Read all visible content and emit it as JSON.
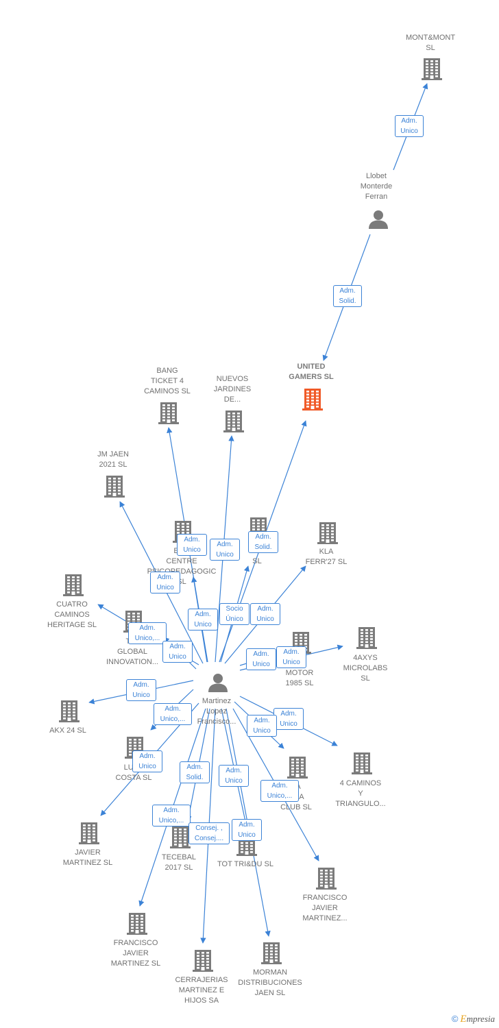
{
  "colors": {
    "edge": "#3b82d6",
    "company": "#7b7b7b",
    "person": "#7b7b7b",
    "highlight": "#f05a28",
    "label": "#707070"
  },
  "nodes": [
    {
      "id": "montmont",
      "type": "company",
      "label": "MONT&MONT\nSL"
    },
    {
      "id": "llobet",
      "type": "person",
      "label": "Llobet\nMonterde\nFerran"
    },
    {
      "id": "united",
      "type": "company",
      "highlight": true,
      "label": "UNITED\nGAMERS  SL"
    },
    {
      "id": "bang",
      "type": "company",
      "label": "BANG\nTICKET 4\nCAMINOS  SL"
    },
    {
      "id": "nuevos",
      "type": "company",
      "label": "NUEVOS\nJARDINES\nDE..."
    },
    {
      "id": "jmjaen",
      "type": "company",
      "label": "JM JAEN\n2021  SL"
    },
    {
      "id": "edu",
      "type": "company",
      "label": "EDU\nCENTRE\nPSICOPEDAGOGIC SL"
    },
    {
      "id": "rs",
      "type": "company",
      "label": "R    S\nSL"
    },
    {
      "id": "kla",
      "type": "company",
      "label": "KLA\nFERR'27  SL"
    },
    {
      "id": "cuatro",
      "type": "company",
      "label": "CUATRO\nCAMINOS\nHERITAGE  SL"
    },
    {
      "id": "tili",
      "type": "company",
      "label": "TILI\nGLOBAL\nINNOVATION..."
    },
    {
      "id": "motor",
      "type": "company",
      "label": "TE\nMOTOR\n1985  SL"
    },
    {
      "id": "axys",
      "type": "company",
      "label": "4AXYS\nMICROLABS\nSL"
    },
    {
      "id": "martinez",
      "type": "person",
      "label": "Martinez\nLopez\nFrancisco..."
    },
    {
      "id": "akx",
      "type": "company",
      "label": "AKX 24  SL"
    },
    {
      "id": "luxs",
      "type": "company",
      "label": "LUXS\nCOSTA SL"
    },
    {
      "id": "cuatro2",
      "type": "company",
      "label": "4 CAMINOS\nY\nTRIANGULO..."
    },
    {
      "id": "lanna",
      "type": "company",
      "label": "LA\nNNA\nCLUB  SL"
    },
    {
      "id": "javier",
      "type": "company",
      "label": "JAVIER\nMARTINEZ  SL"
    },
    {
      "id": "tecebal",
      "type": "company",
      "label": "TECEBAL\n2017  SL"
    },
    {
      "id": "totridu",
      "type": "company",
      "label": "TOT TRI&DU SL"
    },
    {
      "id": "fjm1",
      "type": "company",
      "label": "FRANCISCO\nJAVIER\nMARTINEZ..."
    },
    {
      "id": "fjm2",
      "type": "company",
      "label": "FRANCISCO\nJAVIER\nMARTINEZ  SL"
    },
    {
      "id": "cerrajerias",
      "type": "company",
      "label": "CERRAJERIAS\nMARTINEZ E\nHIJOS SA"
    },
    {
      "id": "morman",
      "type": "company",
      "label": "MORMAN\nDISTRIBUCIONES\nJAEN  SL"
    }
  ],
  "edges": [
    {
      "from": "llobet",
      "to": "montmont",
      "label": "Adm.\nUnico"
    },
    {
      "from": "llobet",
      "to": "united",
      "label": "Adm.\nSolid."
    },
    {
      "from": "martinez",
      "to": "united",
      "label": "Adm.\nSolid."
    },
    {
      "from": "martinez",
      "to": "bang",
      "label": "Adm.\nUnico"
    },
    {
      "from": "martinez",
      "to": "nuevos",
      "label": "Adm.\nUnico"
    },
    {
      "from": "martinez",
      "to": "jmjaen",
      "label": "Adm.\nUnico"
    },
    {
      "from": "martinez",
      "to": "edu",
      "label": "Adm.\nUnico"
    },
    {
      "from": "martinez",
      "to": "rs",
      "label": "Socio\nÚnico"
    },
    {
      "from": "martinez",
      "to": "kla",
      "label": "Adm.\nUnico"
    },
    {
      "from": "martinez",
      "to": "cuatro",
      "label": "Adm.\nUnico,..."
    },
    {
      "from": "martinez",
      "to": "tili",
      "label": "Adm.\nUnico"
    },
    {
      "from": "martinez",
      "to": "motor",
      "label": "Adm.\nUnico"
    },
    {
      "from": "martinez",
      "to": "axys",
      "label": "Adm.\nUnico"
    },
    {
      "from": "martinez",
      "to": "akx",
      "label": "Adm.\nUnico"
    },
    {
      "from": "martinez",
      "to": "luxs",
      "label": "Adm.\nUnico,..."
    },
    {
      "from": "martinez",
      "to": "cuatro2",
      "label": "Adm.\nUnico"
    },
    {
      "from": "martinez",
      "to": "lanna",
      "label": "Adm.\nUnico"
    },
    {
      "from": "martinez",
      "to": "javier",
      "label": "Adm.\nUnico"
    },
    {
      "from": "martinez",
      "to": "tecebal",
      "label": "Adm.\nSolid."
    },
    {
      "from": "martinez",
      "to": "totridu",
      "label": "Adm.\nUnico"
    },
    {
      "from": "martinez",
      "to": "fjm1",
      "label": "Adm.\nUnico,..."
    },
    {
      "from": "martinez",
      "to": "fjm2",
      "label": "Adm.\nUnico,..."
    },
    {
      "from": "martinez",
      "to": "cerrajerias",
      "label": "Consej. ,\nConsej...."
    },
    {
      "from": "martinez",
      "to": "morman",
      "label": "Adm.\nUnico"
    }
  ],
  "footer": {
    "copyright": "©",
    "brand_initial": "E",
    "brand_rest": "mpresia"
  }
}
